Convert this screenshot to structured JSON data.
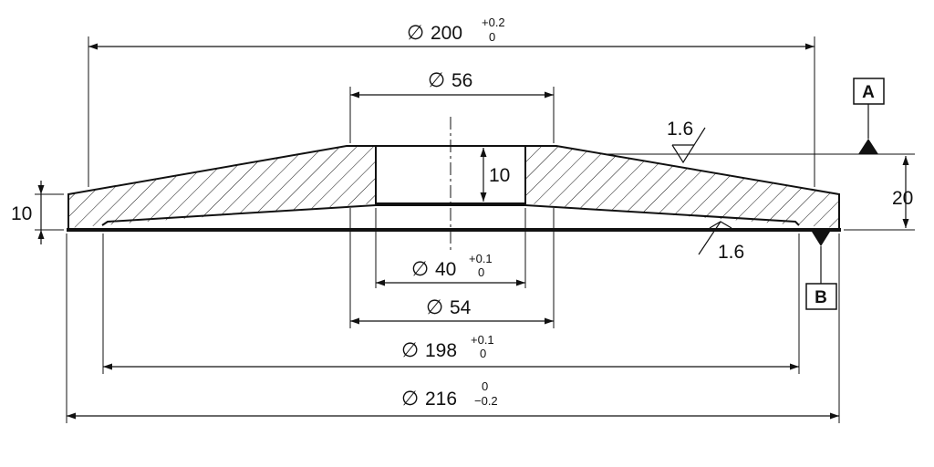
{
  "dimensions": {
    "d200": {
      "symbol": "∅",
      "value": "200",
      "tol_upper": "+0.2",
      "tol_lower": "0"
    },
    "d56": {
      "symbol": "∅",
      "value": "56"
    },
    "d40": {
      "symbol": "∅",
      "value": "40",
      "tol_upper": "+0.1",
      "tol_lower": "0"
    },
    "d54": {
      "symbol": "∅",
      "value": "54"
    },
    "d198": {
      "symbol": "∅",
      "value": "198",
      "tol_upper": "+0.1",
      "tol_lower": "0"
    },
    "d216": {
      "symbol": "∅",
      "value": "216",
      "tol_upper": "0",
      "tol_lower": "−0.2"
    },
    "bore_height": "10",
    "rim_height": "10",
    "overall_height": "20"
  },
  "surface_finish": {
    "top": "1.6",
    "bottom": "1.6"
  },
  "datums": {
    "top": "A",
    "bottom": "B"
  },
  "colors": {
    "line": "#111111",
    "background": "#ffffff"
  }
}
